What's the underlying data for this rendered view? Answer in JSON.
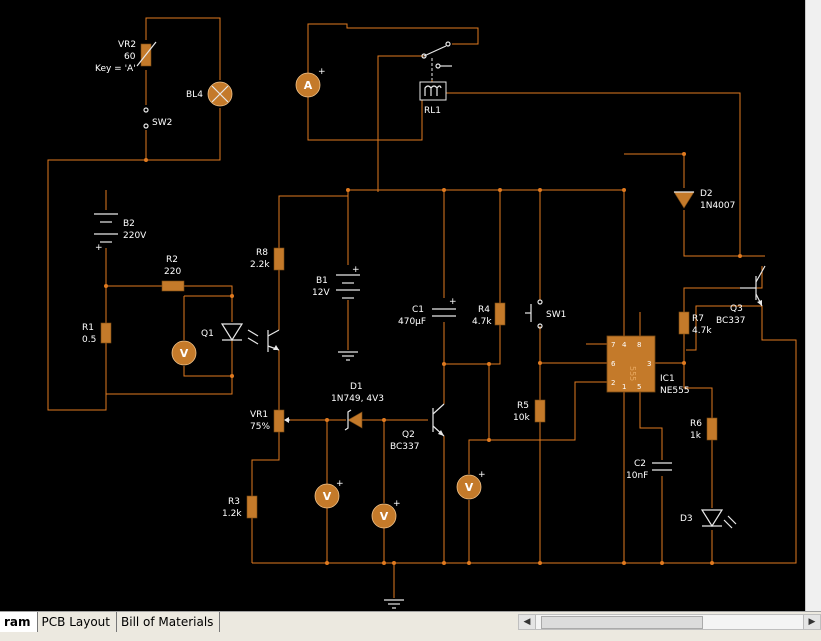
{
  "tabs": [
    {
      "label": "ram",
      "active": true
    },
    {
      "label": "PCB Layout",
      "active": false
    },
    {
      "label": "Bill of Materials",
      "active": false
    }
  ],
  "scroll": {
    "left": "◀",
    "right": "▶"
  },
  "colors": {
    "background": "#000000",
    "wire": "#e07a1f",
    "component": "#c47a2a",
    "label": "#ffffff"
  },
  "components": {
    "VR2": {
      "ref": "VR2",
      "value": "60",
      "extra": "Key = 'A'"
    },
    "BL4": {
      "ref": "BL4"
    },
    "SW2": {
      "ref": "SW2"
    },
    "RL1": {
      "ref": "RL1"
    },
    "A": {
      "symbol": "A"
    },
    "B2": {
      "ref": "B2",
      "value": "220V"
    },
    "R2": {
      "ref": "R2",
      "value": "220"
    },
    "R1": {
      "ref": "R1",
      "value": "0.5"
    },
    "Q1": {
      "ref": "Q1"
    },
    "VM1": {
      "symbol": "V"
    },
    "R8": {
      "ref": "R8",
      "value": "2.2k"
    },
    "B1": {
      "ref": "B1",
      "value": "12V"
    },
    "C1": {
      "ref": "C1",
      "value": "470µF"
    },
    "R4": {
      "ref": "R4",
      "value": "4.7k"
    },
    "SW1": {
      "ref": "SW1"
    },
    "D2": {
      "ref": "D2",
      "value": "1N4007"
    },
    "R7": {
      "ref": "R7",
      "value": "4.7k"
    },
    "Q3": {
      "ref": "Q3",
      "value": "BC337"
    },
    "IC1": {
      "ref": "IC1",
      "value": "NE555",
      "chip": "555",
      "pins": [
        "7",
        "4",
        "8",
        "6",
        "3",
        "2",
        "1",
        "5"
      ]
    },
    "D1": {
      "ref": "D1",
      "value": "1N749, 4V3"
    },
    "VR1": {
      "ref": "VR1",
      "value": "75%"
    },
    "Q2": {
      "ref": "Q2",
      "value": "BC337"
    },
    "R5": {
      "ref": "R5",
      "value": "10k"
    },
    "R6": {
      "ref": "R6",
      "value": "1k"
    },
    "C2": {
      "ref": "C2",
      "value": "10nF"
    },
    "R3": {
      "ref": "R3",
      "value": "1.2k"
    },
    "D3": {
      "ref": "D3"
    },
    "VM2": {
      "symbol": "V"
    },
    "VM3": {
      "symbol": "V"
    },
    "VM4": {
      "symbol": "V"
    }
  }
}
